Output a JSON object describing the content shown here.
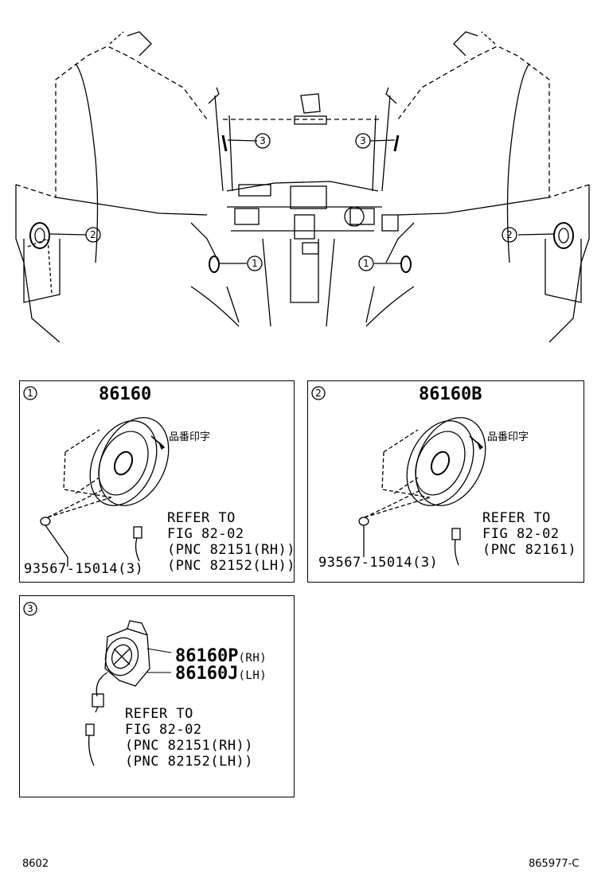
{
  "overview": {
    "callouts": [
      "3",
      "3",
      "2",
      "2",
      "1",
      "1"
    ]
  },
  "panels": [
    {
      "callout": "1",
      "part_no": "86160",
      "marking_note": "品番印字",
      "refer": [
        "REFER TO",
        "FIG 82-02",
        "(PNC 82151(RH))",
        "(PNC 82152(LH))"
      ],
      "screw_no": "93567-15014(3)"
    },
    {
      "callout": "2",
      "part_no": "86160B",
      "marking_note": "品番印字",
      "refer": [
        "REFER TO",
        "FIG 82-02",
        "(PNC 82161)"
      ],
      "screw_no": "93567-15014(3)"
    },
    {
      "callout": "3",
      "part_no_rh": "86160P",
      "suffix_rh": "(RH)",
      "part_no_lh": "86160J",
      "suffix_lh": "(LH)",
      "refer": [
        "REFER TO",
        "FIG 82-02",
        "(PNC 82151(RH))",
        "(PNC 82152(LH))"
      ]
    }
  ],
  "footer": {
    "fig_code": "8602",
    "illustration_id": "865977-C"
  }
}
